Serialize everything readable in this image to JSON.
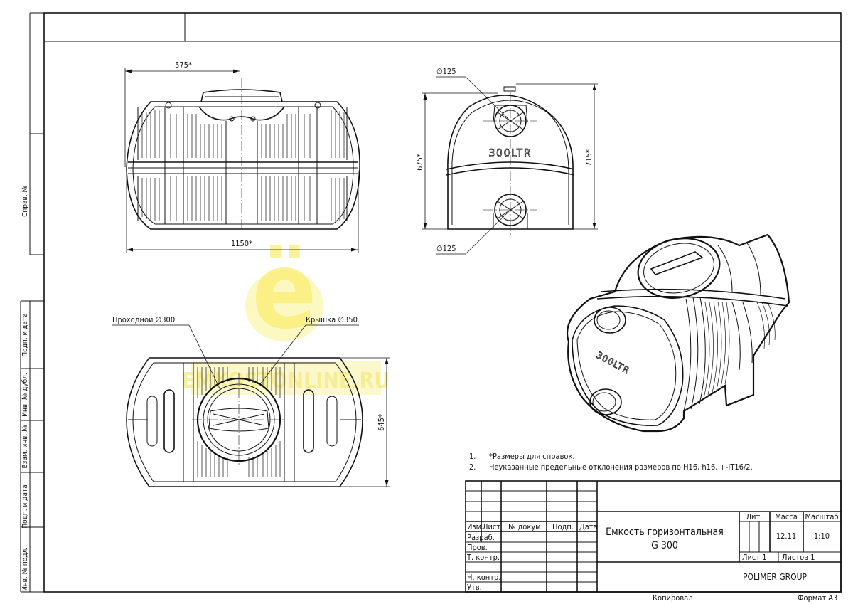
{
  "drawing": {
    "side_view": {
      "dim_top": "575*",
      "dim_bottom": "1150*"
    },
    "front_view": {
      "pipe_top": "∅125",
      "pipe_bottom": "∅125",
      "height_left": "675*",
      "height_right": "715*",
      "embossed_text": "300LTR"
    },
    "top_view": {
      "hatch_label": "Проходной ∅300",
      "lid_label": "Крышка ∅350",
      "width": "645*"
    },
    "iso_view": {
      "embossed_text": "300LTR"
    },
    "watermark": {
      "letter": "ё",
      "site": "EMKOSTONLINE.RU"
    },
    "notes": [
      {
        "num": "1.",
        "text": "*Размеры для справок."
      },
      {
        "num": "2.",
        "text": "Неуказанные предельные отклонения размеров по H16, h16, +-IT16/2."
      }
    ]
  },
  "left_strip": {
    "sprav": "Справ. №",
    "podp_data_1": "Подп. и дата",
    "inv_dubl": "Инв. № дубл.",
    "vzam_inv": "Взам. инв. №",
    "podp_data_2": "Подп. и дата",
    "inv_podl": "Инв. № подл."
  },
  "title_block": {
    "headers": [
      "Изм.",
      "Лист",
      "№ докум.",
      "Подп.",
      "Дата"
    ],
    "roles": [
      "Разраб.",
      "Пров.",
      "Т. контр.",
      "",
      "Н. контр.",
      "Утв."
    ],
    "title_line1": "Емкость горизонтальная",
    "title_line2": "G 300",
    "lit_label": "Лит.",
    "mass_label": "Масса",
    "scale_label": "Масштаб",
    "mass_value": "12.11",
    "scale_value": "1:10",
    "sheet_label": "Лист 1",
    "sheets_label": "Листов 1",
    "company": "POLIMER GROUP",
    "copied": "Копировал",
    "format": "Формат А3"
  }
}
